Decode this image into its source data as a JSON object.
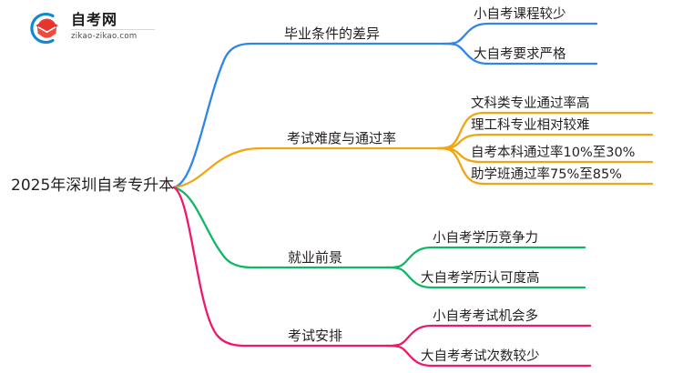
{
  "logo": {
    "name": "zikao-logo",
    "title": "自考网",
    "subtitle": "zikao-zikao.com",
    "mark_icon": "graduation-cap-icon",
    "mark_arc_color": "#1287d1",
    "mark_cap_color": "#e8342a"
  },
  "mindmap": {
    "root": {
      "label": "2025年深圳自考专升本"
    },
    "branches": [
      {
        "label": "毕业条件的差异",
        "color": "#2f86e8",
        "children": [
          {
            "label": "小自考课程较少"
          },
          {
            "label": "大自考要求严格"
          }
        ]
      },
      {
        "label": "考试难度与通过率",
        "color": "#f0a613",
        "children": [
          {
            "label": "文科类专业通过率高"
          },
          {
            "label": "理工科专业相对较难"
          },
          {
            "label": "自考本科通过率10%至30%"
          },
          {
            "label": "助学班通过率75%至85%"
          }
        ]
      },
      {
        "label": "就业前景",
        "color": "#0fb864",
        "children": [
          {
            "label": "小自考学历竞争力"
          },
          {
            "label": "大自考学历认可度高"
          }
        ]
      },
      {
        "label": "考试安排",
        "color": "#f0176d",
        "children": [
          {
            "label": "小自考考试机会多"
          },
          {
            "label": "大自考考试次数较少"
          }
        ]
      }
    ]
  }
}
